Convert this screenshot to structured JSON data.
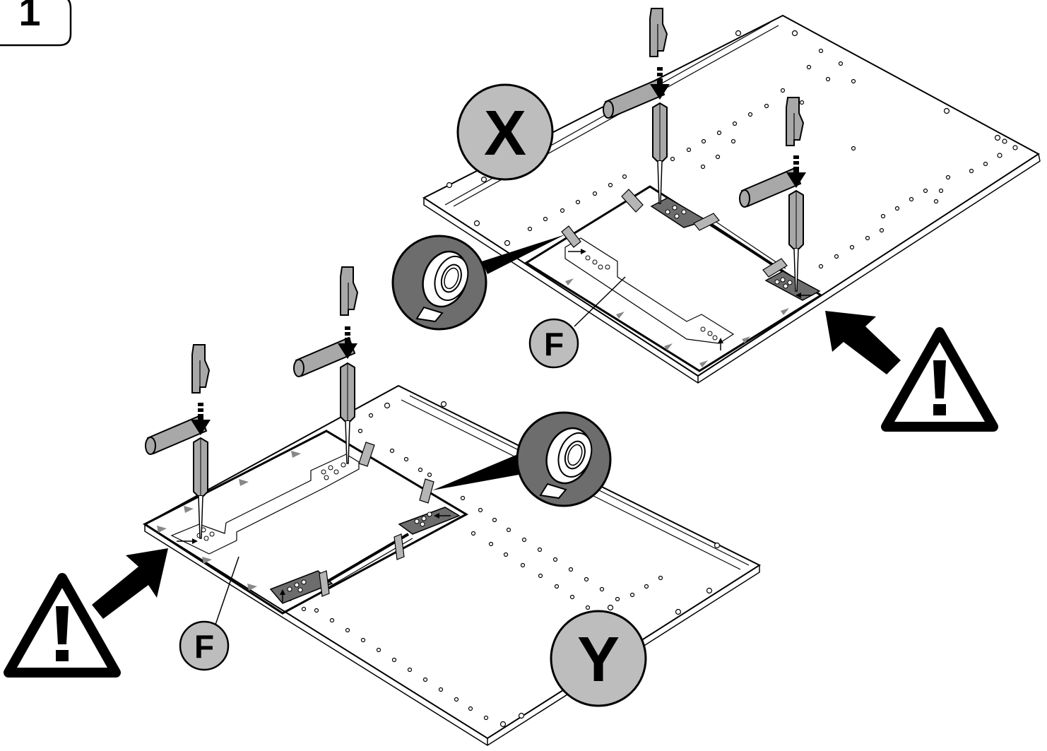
{
  "step": {
    "number": "1"
  },
  "panels": [
    {
      "label": "X",
      "template_label": "F"
    },
    {
      "label": "Y",
      "template_label": "F"
    }
  ],
  "icons": {
    "tape": "tape-roll-icon",
    "hammer": "hammer-icon",
    "punch": "nail-punch-icon",
    "warning": "warning-triangle-icon",
    "arrow": "thick-arrow-icon"
  },
  "warnings": [
    {
      "symbol": "!"
    },
    {
      "symbol": "!"
    }
  ],
  "colors": {
    "ink": "#000000",
    "paper": "#ffffff",
    "label_fill": "#bdbdbd",
    "tool_fill": "#a8a8a8",
    "tape_dark": "#6d6d6d",
    "tape_light": "#b5b5b5"
  }
}
